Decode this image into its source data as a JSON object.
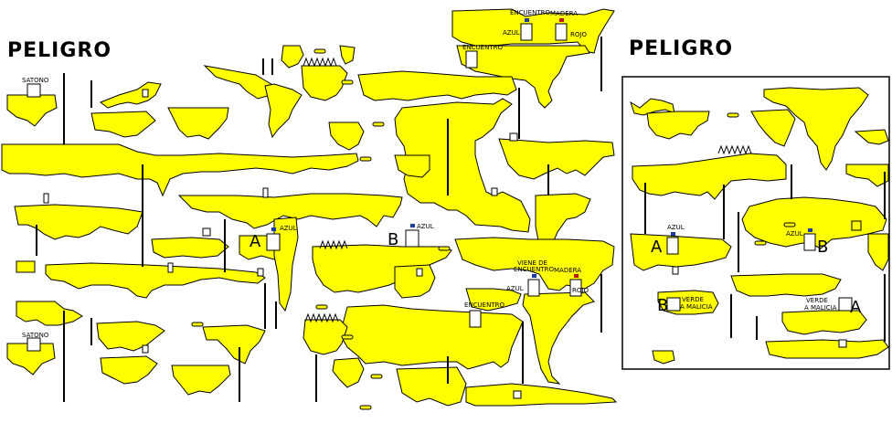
{
  "titles": {
    "main": "PELIGRO",
    "inset": "PELIGRO"
  },
  "colors": {
    "cave": "#ffff00",
    "outline": "#000000",
    "door": "#1a3d9e",
    "door_red": "#c01818"
  },
  "labels": {
    "satono_top": "SATONO",
    "satono_bottom": "SATONO",
    "encuentro_top_a": "ENCUENTRO",
    "encuentro_top_b": "ENCUENTRO",
    "encuentro_mid": "ENCUENTRO",
    "madera_top": "MADERA",
    "madera_mid": "MADERA",
    "azul_top": "AZUL",
    "azul_a": "AZUL",
    "azul_b": "AZUL",
    "azul_mid": "AZUL",
    "rojo_top": "ROJO",
    "rojo_mid": "ROJO",
    "viene_de_1": "VIENE DE",
    "viene_de_2": "ENCUENTRO",
    "letter_a": "A",
    "letter_b": "B",
    "inset_azul_a": "AZUL",
    "inset_azul_b": "AZUL",
    "inset_letter_a": "A",
    "inset_letter_b": "B",
    "inset_letter_b2": "B",
    "inset_letter_a2": "A",
    "verde_1": "VERDE",
    "verde_2": "A MALICIA",
    "verde_3": "VERDE",
    "verde_4": "A MALICIA"
  }
}
